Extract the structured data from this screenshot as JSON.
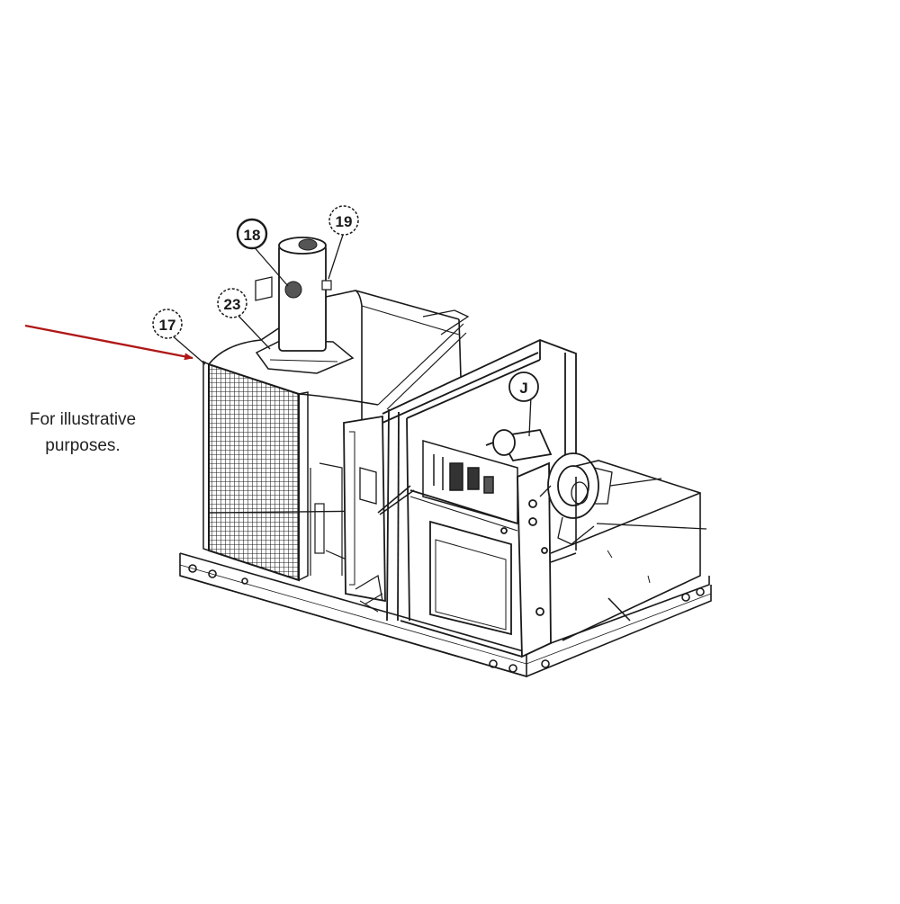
{
  "note": {
    "line1": "For illustrative",
    "line2": "purposes."
  },
  "callouts": {
    "c17": "17",
    "c18": "18",
    "c19": "19",
    "c23": "23",
    "cJ": "J"
  },
  "colors": {
    "pointer_arrow": "#b01818",
    "line_art": "#1a1a1a",
    "background": "#ffffff"
  }
}
